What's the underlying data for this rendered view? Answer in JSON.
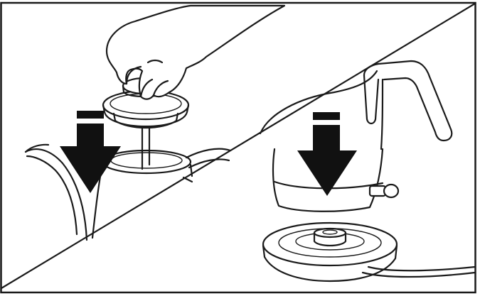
{
  "figure": {
    "panels": [
      {
        "id": "top-left",
        "step": "insert-filter-into-kettle"
      },
      {
        "id": "bottom-right",
        "step": "place-kettle-on-base"
      }
    ],
    "icons": [
      "hand-icon",
      "filter-icon",
      "gooseneck-kettle-icon",
      "down-arrow-icon",
      "electric-kettle-icon",
      "power-base-icon"
    ],
    "colors": {
      "line": "#1a1a1a",
      "fill": "#111111",
      "background": "#ffffff"
    }
  }
}
